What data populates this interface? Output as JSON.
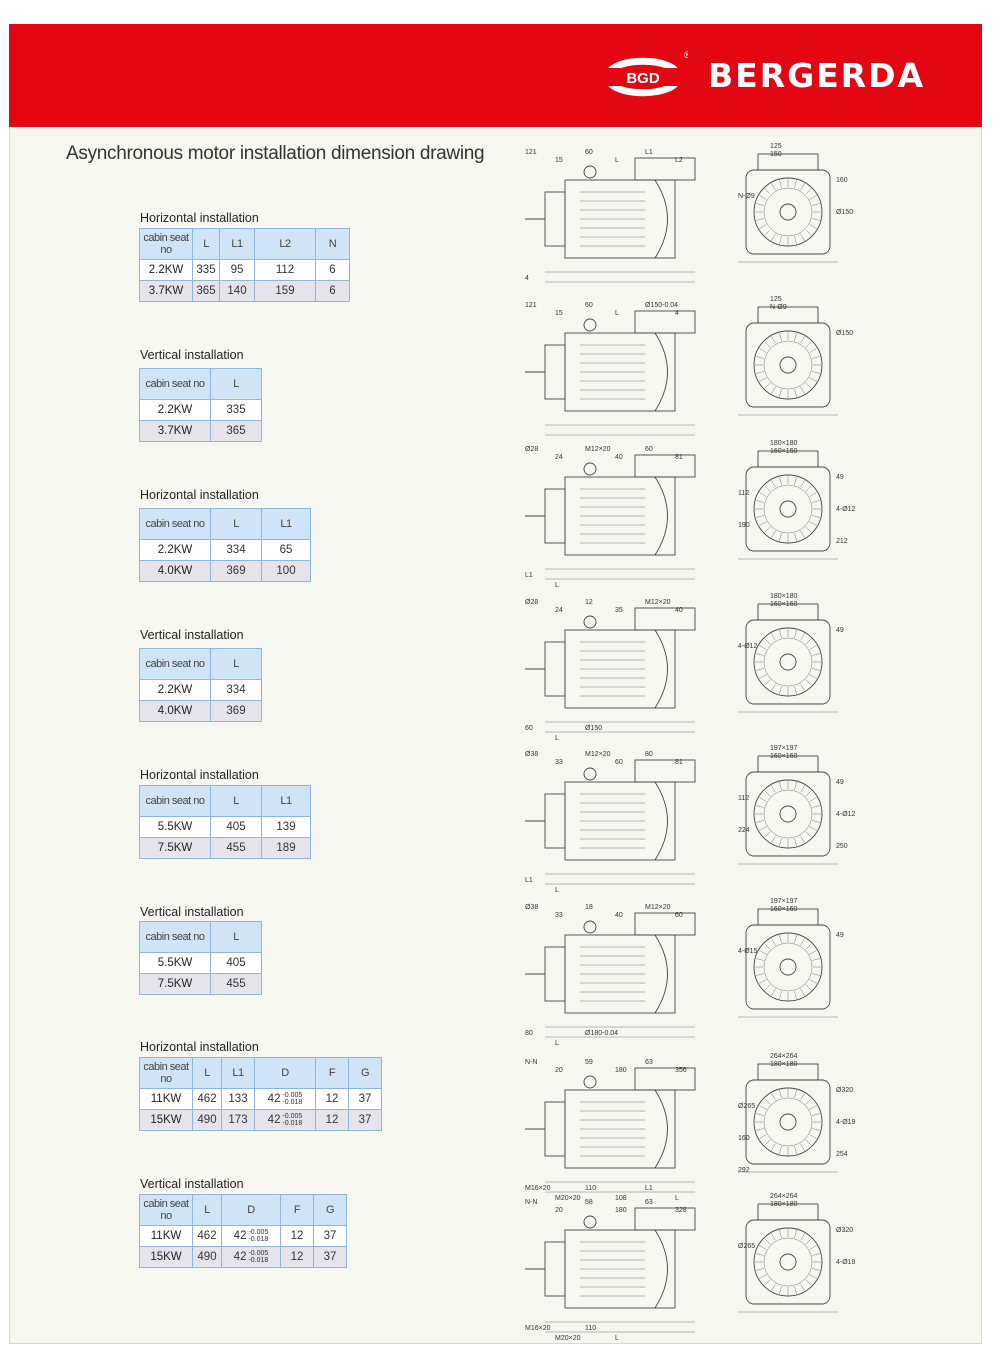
{
  "header": {
    "logo_text": "BGD",
    "registered": "®",
    "brand_name": "BERGERDA"
  },
  "title": "Asynchronous motor installation dimension drawing",
  "colors": {
    "banner": "#e30613",
    "table_header": "#cfe4f6",
    "table_border": "#8fb6d9",
    "row_alt": "#e4e4ea"
  },
  "sections": [
    {
      "title": "Horizontal installation",
      "headers": [
        "cabin seat no",
        "L",
        "L1",
        "L2",
        "N"
      ],
      "rows": [
        [
          "2.2KW",
          "335",
          "95",
          "112",
          "6"
        ],
        [
          "3.7KW",
          "365",
          "140",
          "159",
          "6"
        ]
      ]
    },
    {
      "title": "Vertical installation",
      "headers": [
        "cabin seat no",
        "L"
      ],
      "rows": [
        [
          "2.2KW",
          "335"
        ],
        [
          "3.7KW",
          "365"
        ]
      ]
    },
    {
      "title": "Horizontal installation",
      "headers": [
        "cabin seat no",
        "L",
        "L1"
      ],
      "rows": [
        [
          "2.2KW",
          "334",
          "65"
        ],
        [
          "4.0KW",
          "369",
          "100"
        ]
      ]
    },
    {
      "title": "Vertical installation",
      "headers": [
        "cabin seat no",
        "L"
      ],
      "rows": [
        [
          "2.2KW",
          "334"
        ],
        [
          "4.0KW",
          "369"
        ]
      ]
    },
    {
      "title": "Horizontal installation",
      "headers": [
        "cabin seat no",
        "L",
        "L1"
      ],
      "rows": [
        [
          "5.5KW",
          "405",
          "139"
        ],
        [
          "7.5KW",
          "455",
          "189"
        ]
      ]
    },
    {
      "title": "Vertical installation",
      "headers": [
        "cabin seat no",
        "L"
      ],
      "rows": [
        [
          "5.5KW",
          "405"
        ],
        [
          "7.5KW",
          "455"
        ]
      ]
    },
    {
      "title": "Horizontal installation",
      "headers": [
        "cabin seat no",
        "L",
        "L1",
        "D",
        "F",
        "G"
      ],
      "rows": [
        [
          "11KW",
          "462",
          "133",
          "42",
          "12",
          "37"
        ],
        [
          "15KW",
          "490",
          "173",
          "42",
          "12",
          "37"
        ]
      ],
      "tolerance": [
        "-0.005",
        "-0.018"
      ]
    },
    {
      "title": "Vertical installation",
      "headers": [
        "cabin seat no",
        "L",
        "D",
        "F",
        "G"
      ],
      "rows": [
        [
          "11KW",
          "462",
          "42",
          "12",
          "37"
        ],
        [
          "15KW",
          "490",
          "42",
          "12",
          "37"
        ]
      ],
      "tolerance": [
        "-0.005",
        "-0.018"
      ]
    }
  ],
  "drawings": [
    {
      "side": [
        "121",
        "15",
        "60",
        "L",
        "L1",
        "L2",
        "4"
      ],
      "front": [
        "125",
        "150",
        "160",
        "N-Ø9",
        "Ø150"
      ]
    },
    {
      "side": [
        "121",
        "15",
        "60",
        "L",
        "Ø150-0.04",
        "4"
      ],
      "front": [
        "125",
        "N-Ø9",
        "Ø150"
      ]
    },
    {
      "side": [
        "Ø28",
        "24",
        "M12×20",
        "40",
        "60",
        "81",
        "L1",
        "L"
      ],
      "front": [
        "180×180",
        "160×160",
        "49",
        "112",
        "4-Ø12",
        "190",
        "212"
      ]
    },
    {
      "side": [
        "Ø28",
        "24",
        "12",
        "35",
        "M12×20",
        "40",
        "60",
        "L",
        "Ø150"
      ],
      "front": [
        "180×180",
        "160×160",
        "49",
        "4-Ø12"
      ]
    },
    {
      "side": [
        "Ø38",
        "33",
        "M12×20",
        "60",
        "80",
        "81",
        "L1",
        "L"
      ],
      "front": [
        "197×197",
        "160×160",
        "49",
        "112",
        "4-Ø12",
        "224",
        "250"
      ]
    },
    {
      "side": [
        "Ø38",
        "33",
        "18",
        "40",
        "M12×20",
        "60",
        "80",
        "L",
        "Ø180-0.04"
      ],
      "front": [
        "197×197",
        "160×160",
        "49",
        "4-Ø15"
      ]
    },
    {
      "side": [
        "N-N",
        "20",
        "59",
        "180",
        "63",
        "356",
        "M16×20",
        "M20×20",
        "110",
        "108",
        "L1",
        "L"
      ],
      "front": [
        "264×264",
        "180×180",
        "Ø320",
        "Ø265",
        "4-Ø19",
        "160",
        "254",
        "292"
      ]
    },
    {
      "side": [
        "N-N",
        "20",
        "58",
        "180",
        "63",
        "328",
        "M16×20",
        "M20×20",
        "110",
        "L"
      ],
      "front": [
        "264×264",
        "180×180",
        "Ø320",
        "Ø265",
        "4-Ø19"
      ]
    }
  ]
}
